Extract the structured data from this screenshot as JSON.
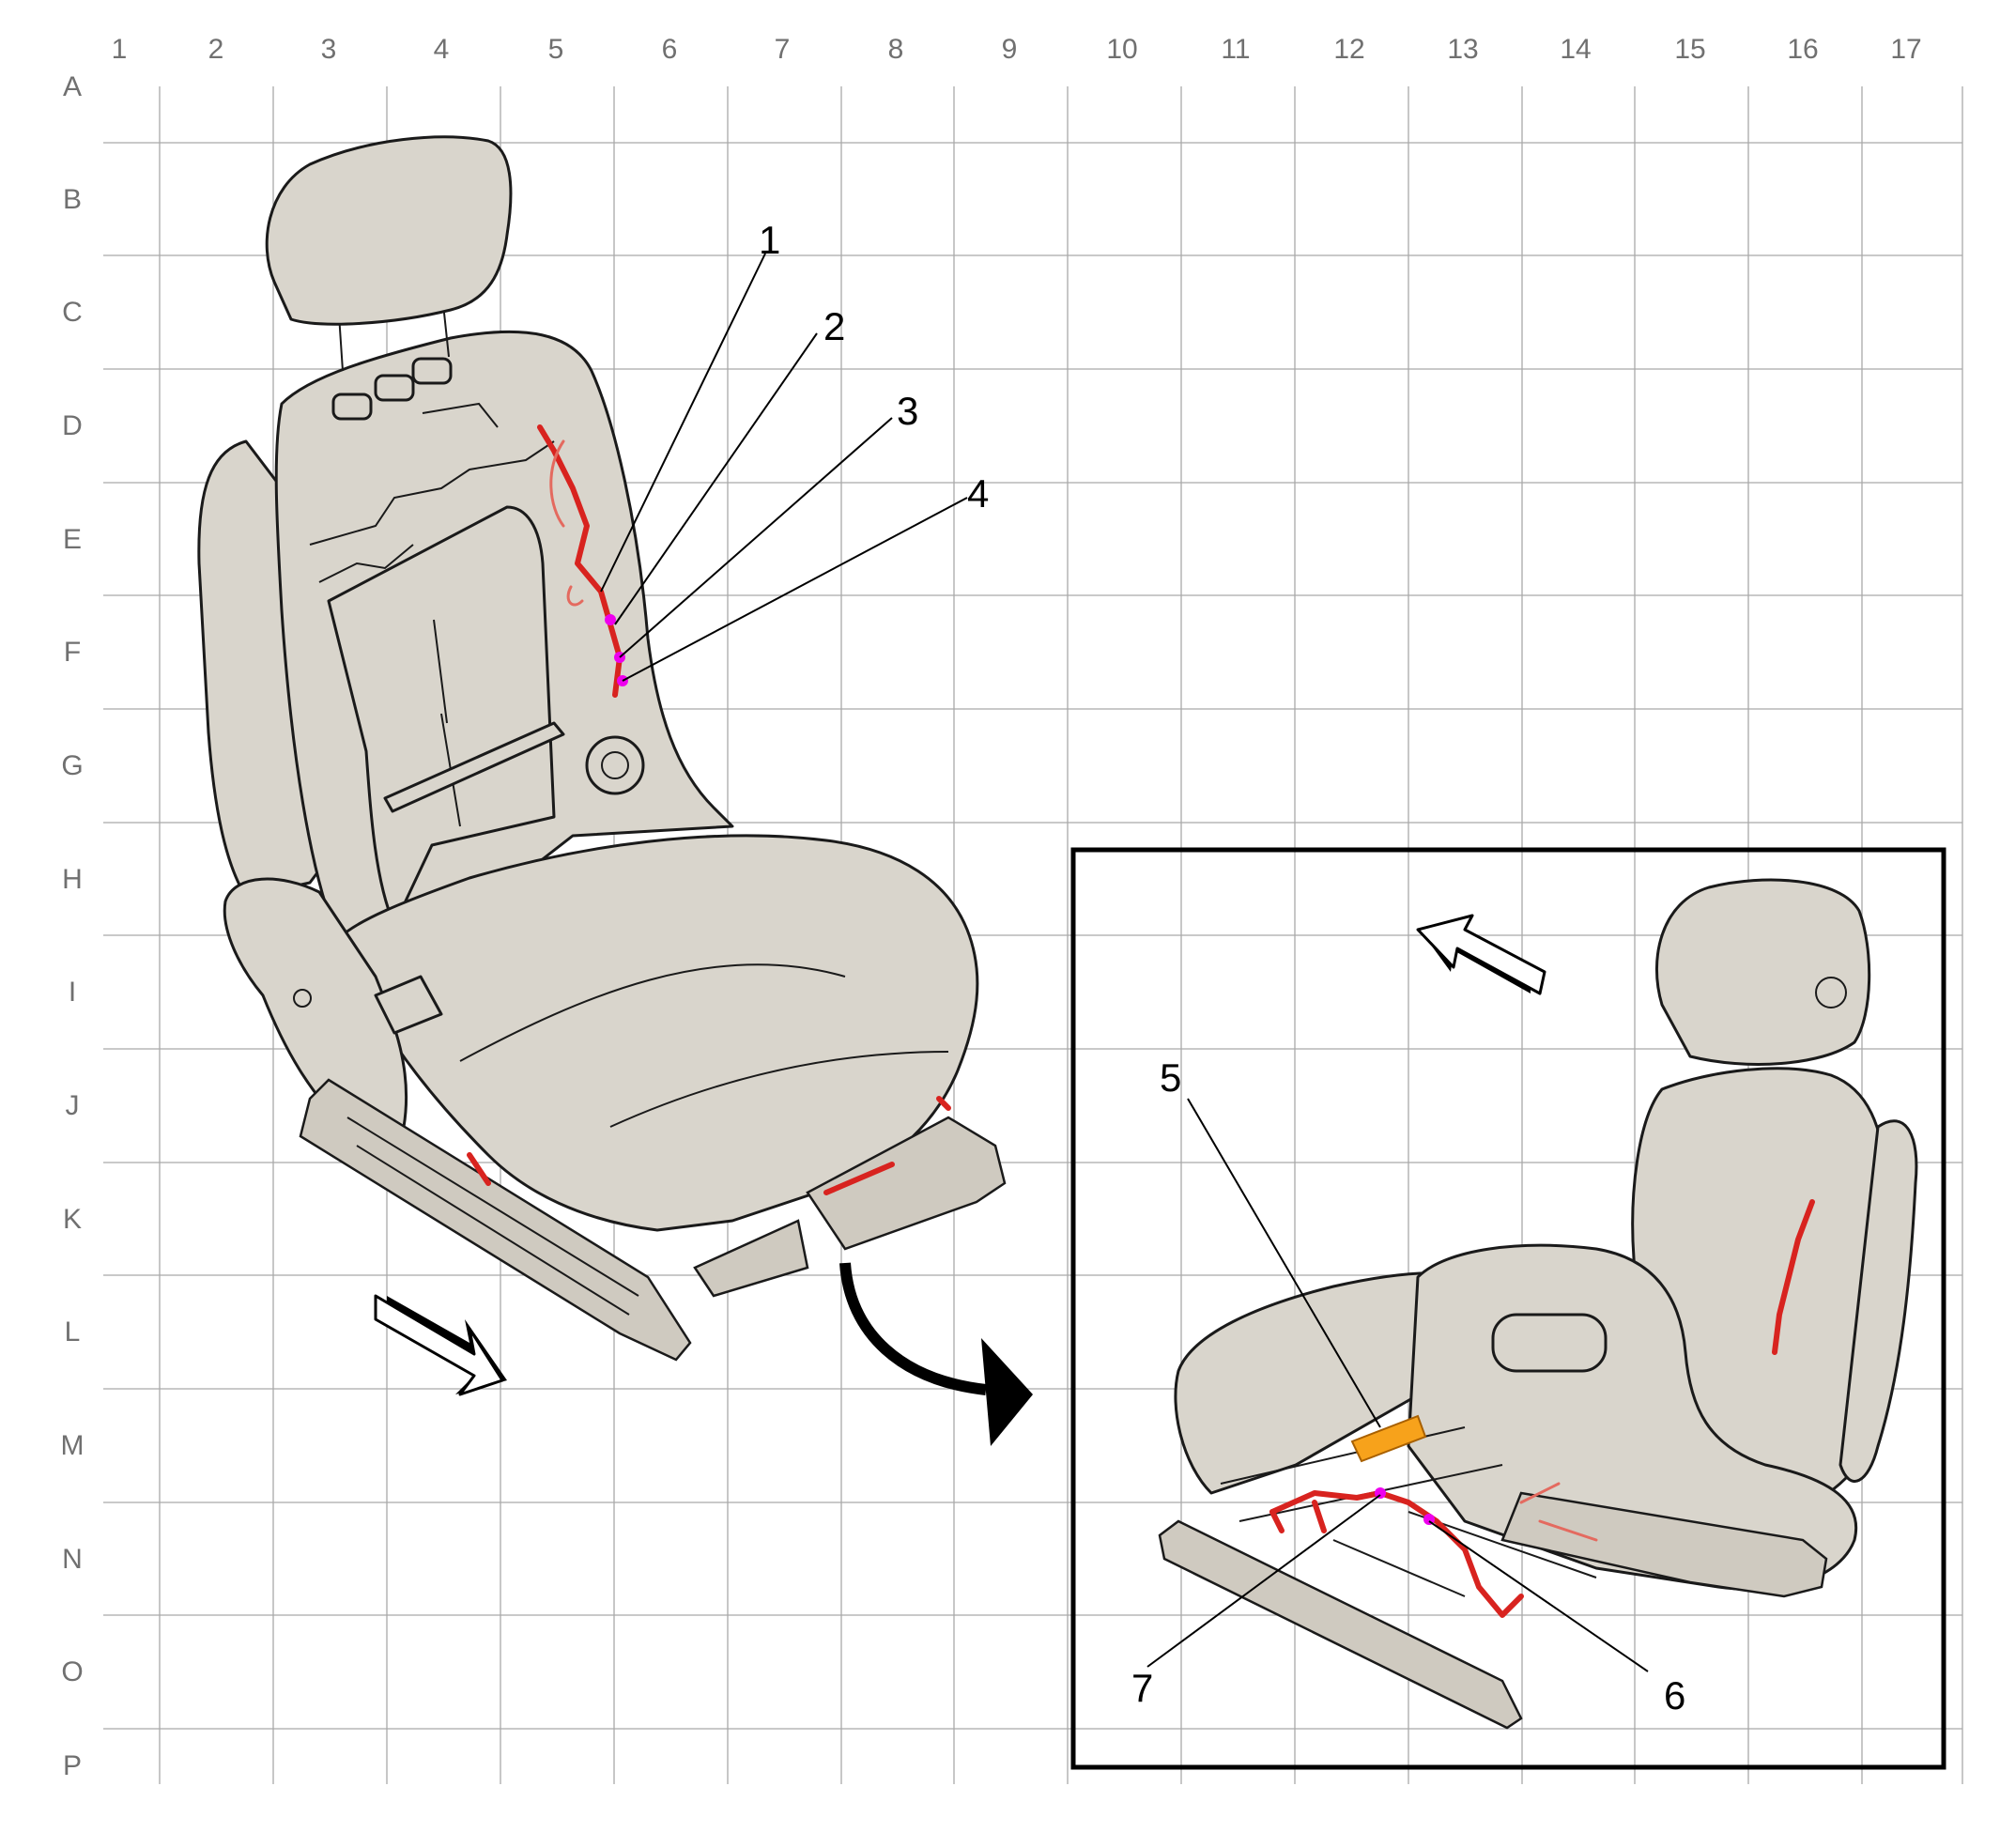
{
  "grid": {
    "columns": [
      "1",
      "2",
      "3",
      "4",
      "5",
      "6",
      "7",
      "8",
      "9",
      "10",
      "11",
      "12",
      "13",
      "14",
      "15",
      "16",
      "17"
    ],
    "rows": [
      "A",
      "B",
      "C",
      "D",
      "E",
      "F",
      "G",
      "H",
      "I",
      "J",
      "K",
      "L",
      "M",
      "N",
      "O",
      "P"
    ]
  },
  "callouts": [
    "1",
    "2",
    "3",
    "4",
    "5",
    "6",
    "7"
  ],
  "colors": {
    "harness": "#d8231f",
    "connector": "#ee00ee",
    "module": "#f7a21b",
    "seat": "#d9d5cc"
  },
  "icons": [
    "direction-arrow-front-icon",
    "rotate-view-arrow-icon",
    "direction-arrow-inset-icon"
  ]
}
